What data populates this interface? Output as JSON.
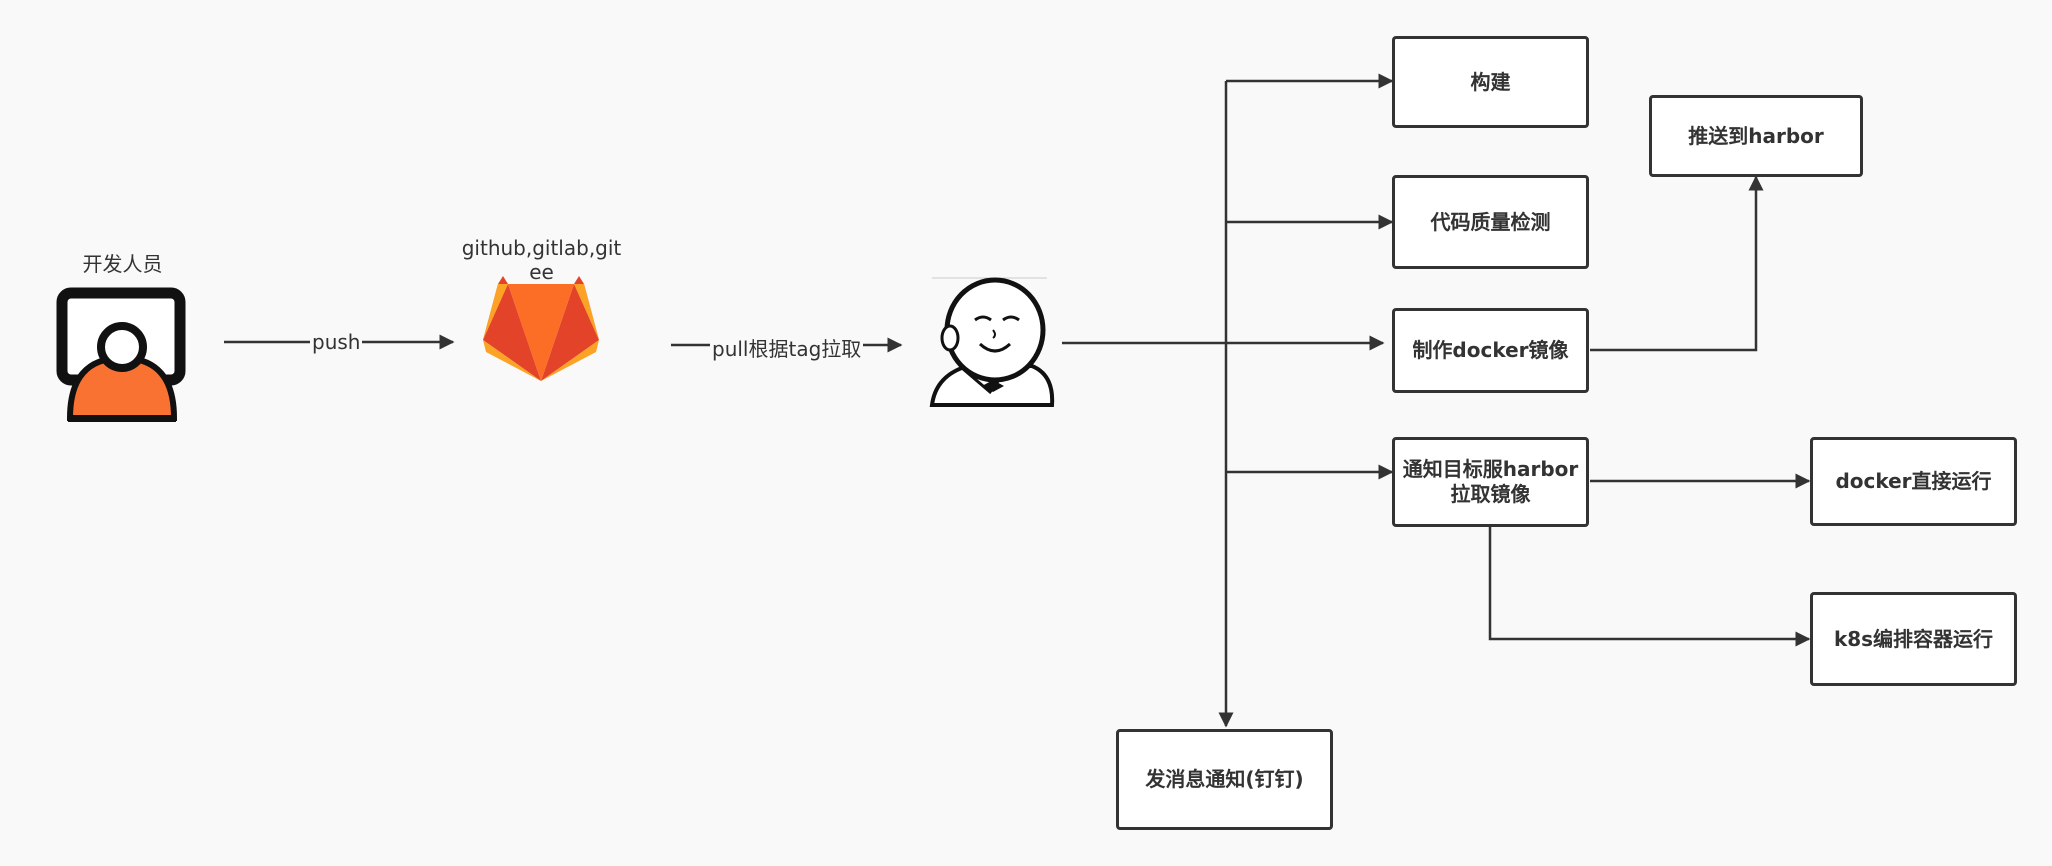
{
  "actors": {
    "developer": "开发人员",
    "repo": "github,gitlab,gitee"
  },
  "edges": {
    "push": "push",
    "pull": "pull根据tag拉取"
  },
  "nodes": {
    "build": "构建",
    "quality": "代码质量检测",
    "docker_image": "制作docker镜像",
    "push_harbor": "推送到harbor",
    "notify_line1": "通知目标服harbor",
    "notify_line2": "拉取镜像",
    "docker_run": "docker直接运行",
    "k8s_run": "k8s编排容器运行",
    "message": "发消息通知(钉钉)"
  },
  "colors": {
    "stroke": "#333333",
    "background": "#f9f9f9",
    "developer_orange": "#f97232",
    "gitlab_orange_dark": "#e24329",
    "gitlab_orange": "#fc6d26",
    "gitlab_yellow": "#fca326"
  },
  "icons": {
    "developer": "developer-monitor-icon",
    "repo": "gitlab-fox-icon",
    "ci": "jenkins-butler-icon"
  }
}
